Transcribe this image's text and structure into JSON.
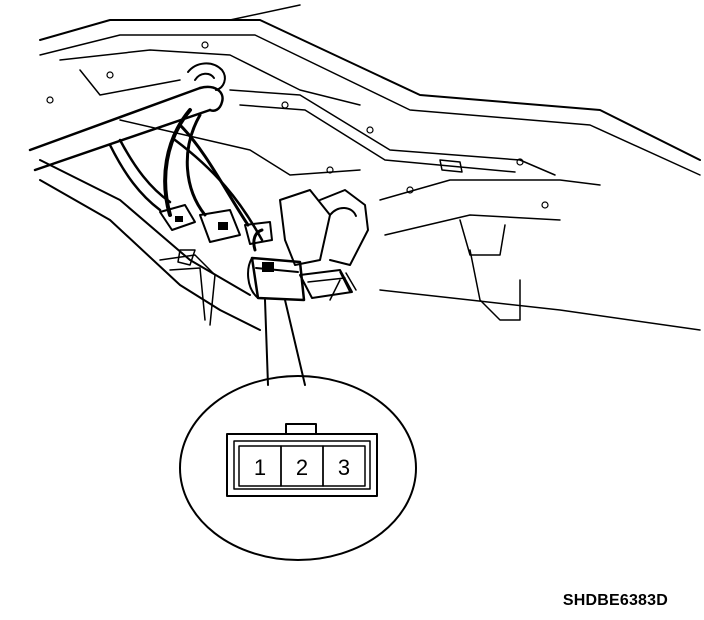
{
  "figure": {
    "code": "SHDBE6383D",
    "connector": {
      "pins": [
        "1",
        "2",
        "3"
      ]
    },
    "icons": {
      "vehicle_underbody": "vehicle-underbody-illustration",
      "connector_callout": "connector-callout-bubble",
      "harness": "wiring-harness-illustration"
    },
    "colors": {
      "ink": "#000000",
      "paper": "#ffffff"
    }
  }
}
